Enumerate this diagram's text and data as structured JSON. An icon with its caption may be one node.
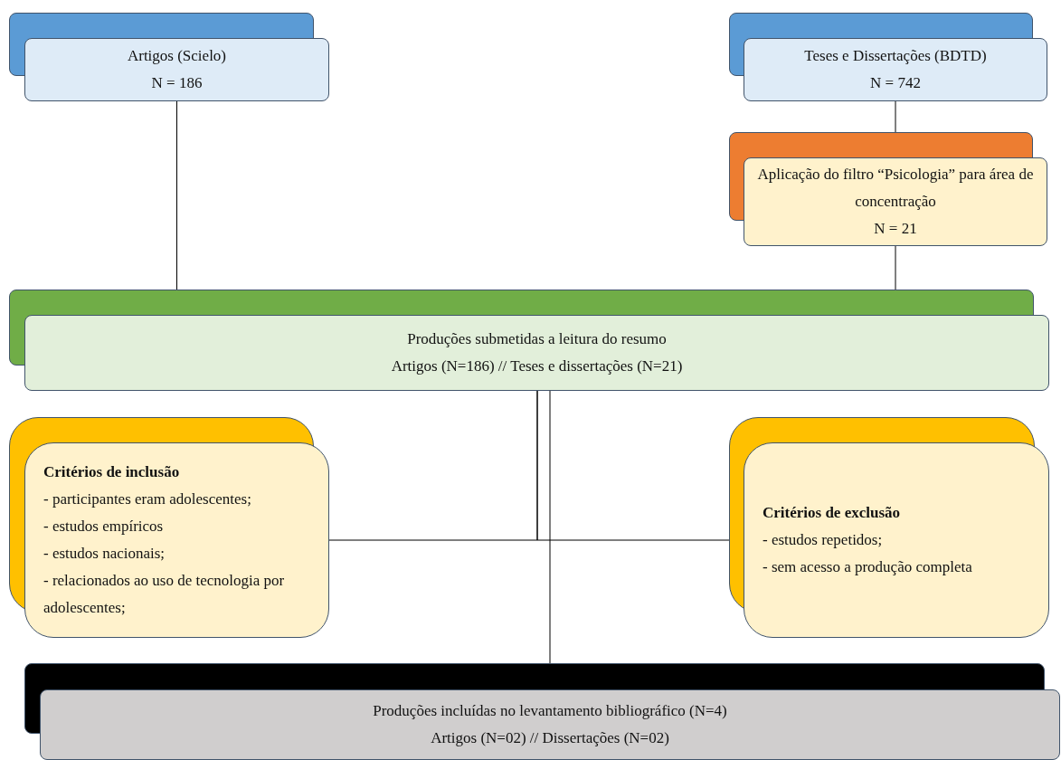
{
  "diagram": {
    "nodes": [
      {
        "text": [
          "Artigos (Scielo)",
          "N = 186"
        ]
      },
      {
        "text": [
          "Teses e Dissertações (BDTD)",
          "N = 742"
        ]
      },
      {
        "text": [
          "Aplicação do filtro “Psicologia” para área de concentração",
          "N = 21"
        ]
      },
      {
        "text": [
          "Produções submetidas a leitura do resumo",
          "Artigos (N=186)  //  Teses e dissertações (N=21)"
        ]
      },
      {
        "text": [
          "Critérios de inclusão",
          "- participantes eram adolescentes;",
          "- estudos empíricos",
          "- estudos nacionais;",
          "- relacionados ao uso de tecnologia por adolescentes;"
        ]
      },
      {
        "text": [
          "Critérios de exclusão",
          "-  estudos repetidos;",
          "- sem acesso a produção completa"
        ]
      },
      {
        "text": [
          "Produções incluídas no levantamento bibliográfico (N=4)",
          "Artigos (N=02)  //  Dissertações (N=02)"
        ]
      }
    ],
    "edges": [
      {
        "from": 0,
        "to": 3,
        "arrow": "none"
      },
      {
        "from": 1,
        "to": 2,
        "arrow": "none"
      },
      {
        "from": 2,
        "to": 3,
        "arrow": "none"
      },
      {
        "from": 3,
        "to": 4,
        "arrow": "none"
      },
      {
        "from": 3,
        "to": 5,
        "arrow": "none"
      },
      {
        "from": 3,
        "to": 6,
        "arrow": "none"
      }
    ]
  }
}
